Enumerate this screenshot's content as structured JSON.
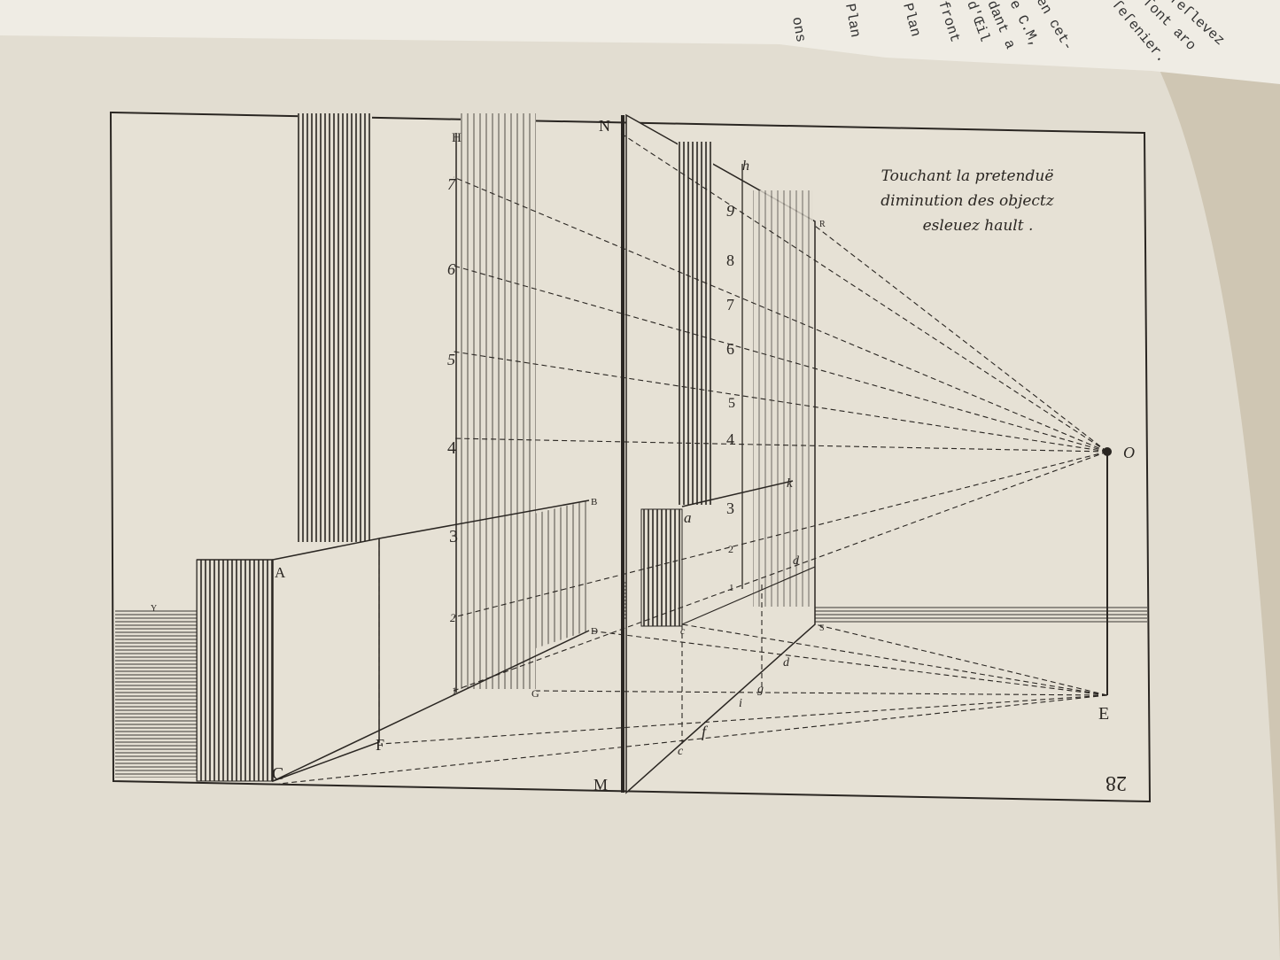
{
  "facing_page_fragments": [
    "ons",
    "Plan",
    "Plan",
    "front",
    "d'Œil",
    "dant a",
    "e C.M,",
    "en cet-",
    "ſeſenier.",
    "ſont aro",
    "ſeſlevez"
  ],
  "plate": {
    "title_lines": [
      "Touchant la pretenduë",
      "diminution des objectz",
      "esleuez hault ."
    ],
    "plate_number": "28",
    "points": {
      "H": "H",
      "N": "N",
      "M": "M",
      "A": "A",
      "B": "B",
      "C": "C",
      "D": "D",
      "F": "F",
      "G": "G",
      "Y": "Y",
      "O": "O",
      "E": "E",
      "R": "R",
      "S": "S",
      "h": "h",
      "a": "a",
      "c": "c",
      "f": "f",
      "i": "i",
      "g": "g",
      "d": "d",
      "k": "k",
      "d2": "d"
    },
    "left_scale": [
      "7",
      "6",
      "5",
      "4",
      "3",
      "2",
      "1"
    ],
    "right_scale": [
      "9",
      "8",
      "7",
      "6",
      "5",
      "4",
      "3",
      "2",
      "1"
    ]
  },
  "colors": {
    "paper": "#e4dfd3",
    "ink": "#2a2622",
    "facing_page": "#efece4"
  }
}
